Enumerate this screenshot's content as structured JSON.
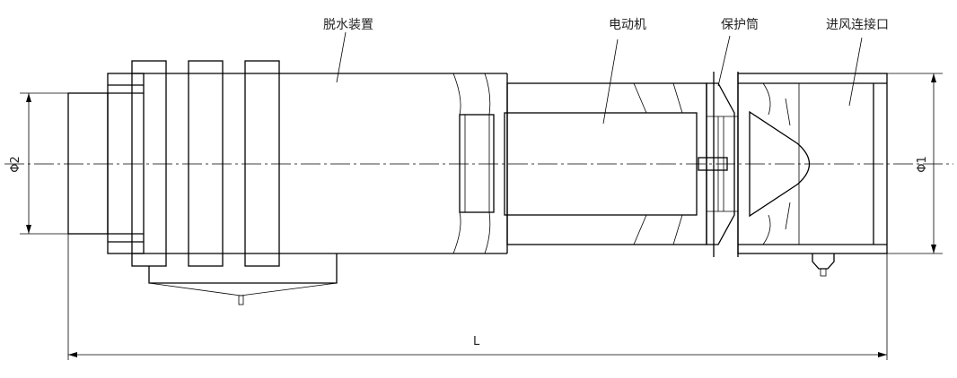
{
  "labels": {
    "dewatering_device": "脱水装置",
    "motor": "电动机",
    "protective_cylinder": "保护筒",
    "air_inlet_connector": "进风连接口"
  },
  "dimensions": {
    "phi2": "Φ2",
    "phi1": "Φ1",
    "length": "L"
  }
}
